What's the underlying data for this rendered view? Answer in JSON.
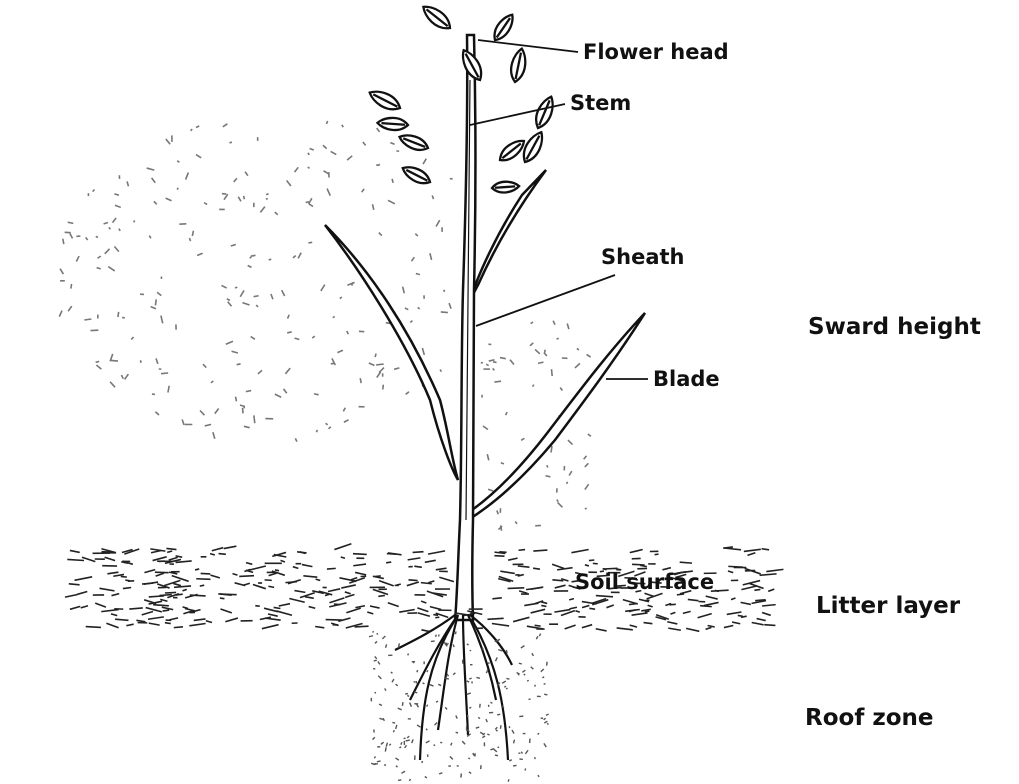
{
  "diagram": {
    "labels": {
      "flower_head": "Flower head",
      "stem": "Stem",
      "sheath": "Sheath",
      "blade": "Blade",
      "soil_surface": "Soil surface",
      "sward_height": "Sward height",
      "litter_layer": "Litter layer",
      "root_zone": "Roof zone"
    },
    "colors": {
      "ink": "#111111",
      "faint": "#9a9a9a",
      "background": "#ffffff"
    }
  }
}
